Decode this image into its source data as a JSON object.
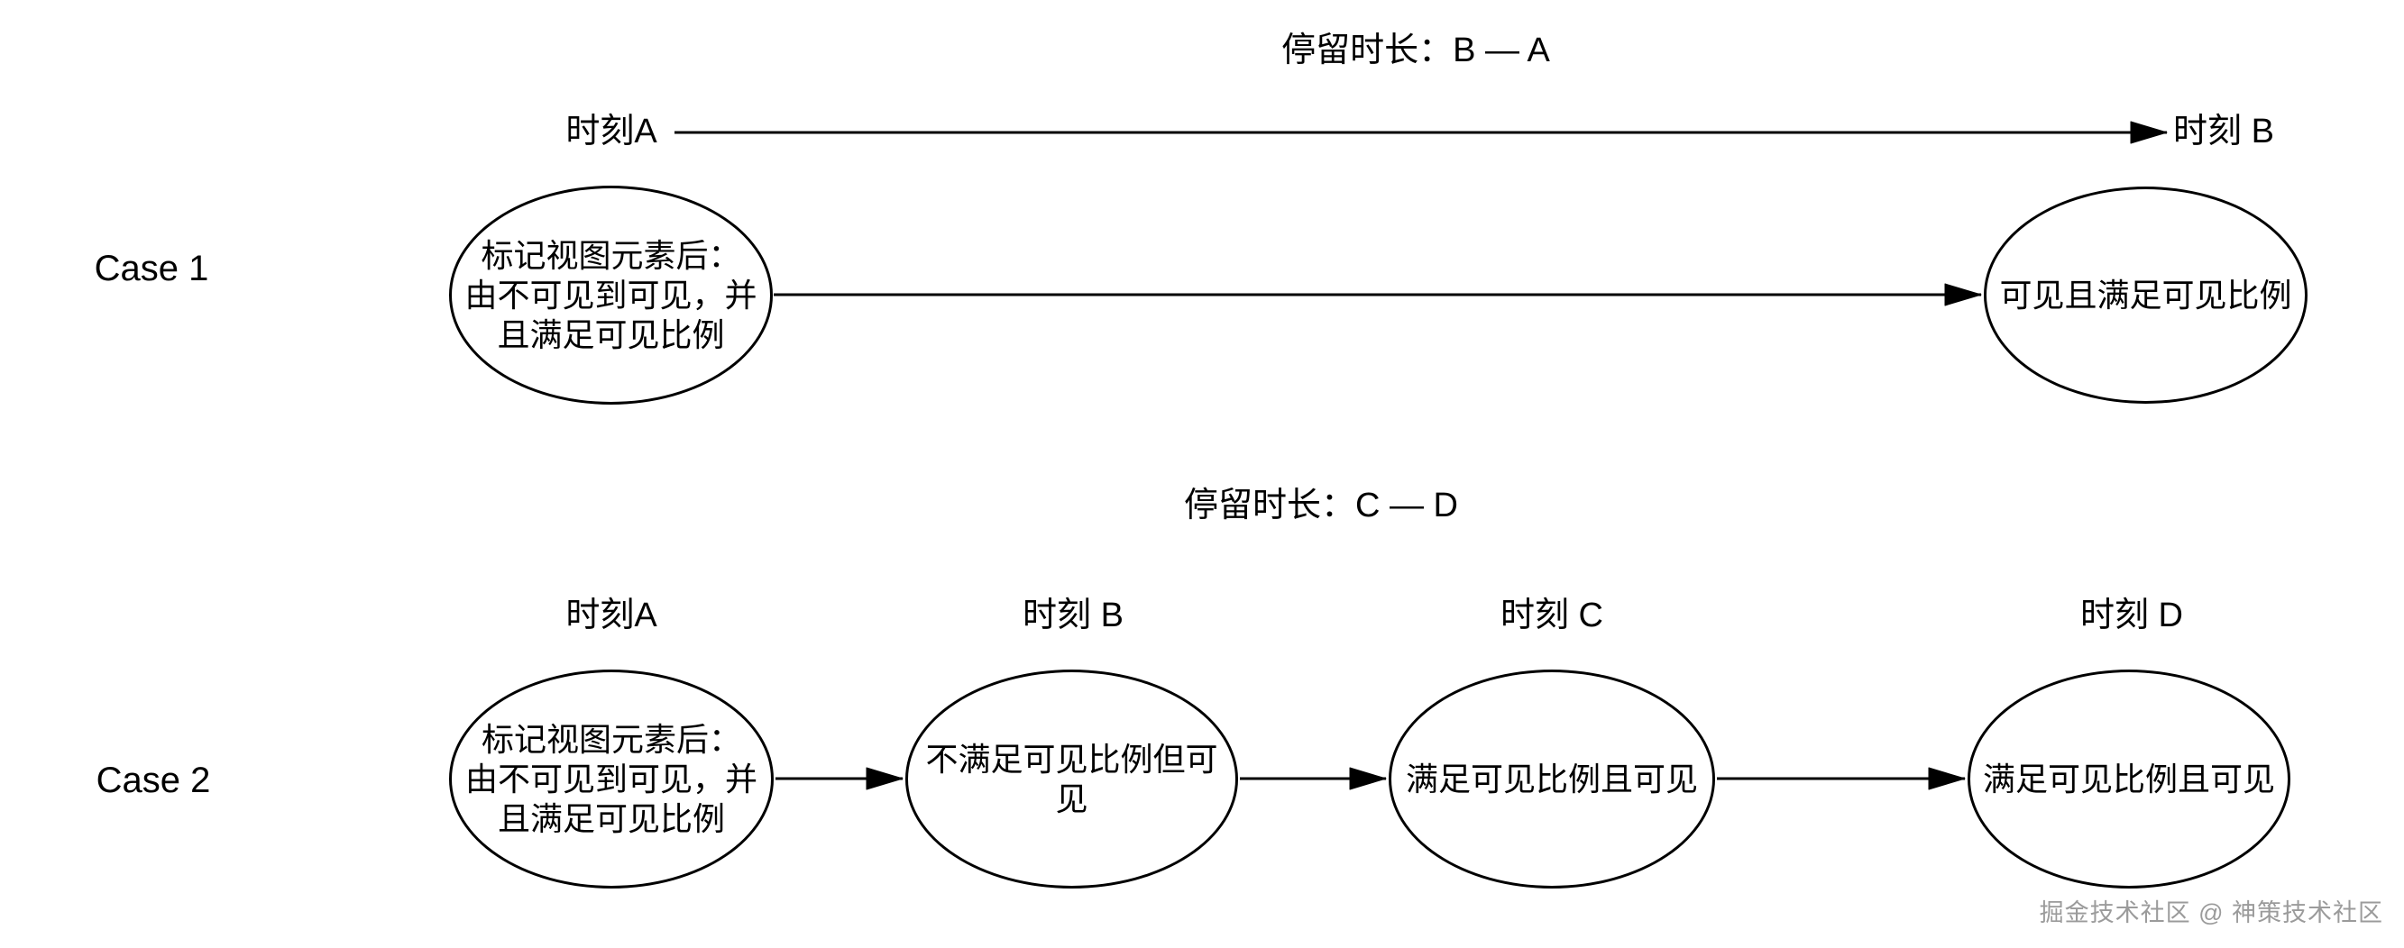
{
  "case1": {
    "label": "Case 1",
    "duration_title": "停留时长：B — A",
    "timeline_start": "时刻A",
    "timeline_end": "时刻 B",
    "node_start": "标记视图元素后：\n由不可见到可见，并\n且满足可见比例",
    "node_end": "可见且满足可见比例"
  },
  "case2": {
    "label": "Case 2",
    "duration_title": "停留时长：C — D",
    "time_labels": [
      "时刻A",
      "时刻 B",
      "时刻 C",
      "时刻 D"
    ],
    "nodes": [
      "标记视图元素后：\n由不可见到可见，并\n且满足可见比例",
      "不满足可见比例但可\n见",
      "满足可见比例且可见",
      "满足可见比例且可见"
    ]
  },
  "watermark": "掘金技术社区 @ 神策技术社区",
  "colors": {
    "stroke": "#000000",
    "background": "#ffffff",
    "watermark": "#9b9b9b"
  }
}
